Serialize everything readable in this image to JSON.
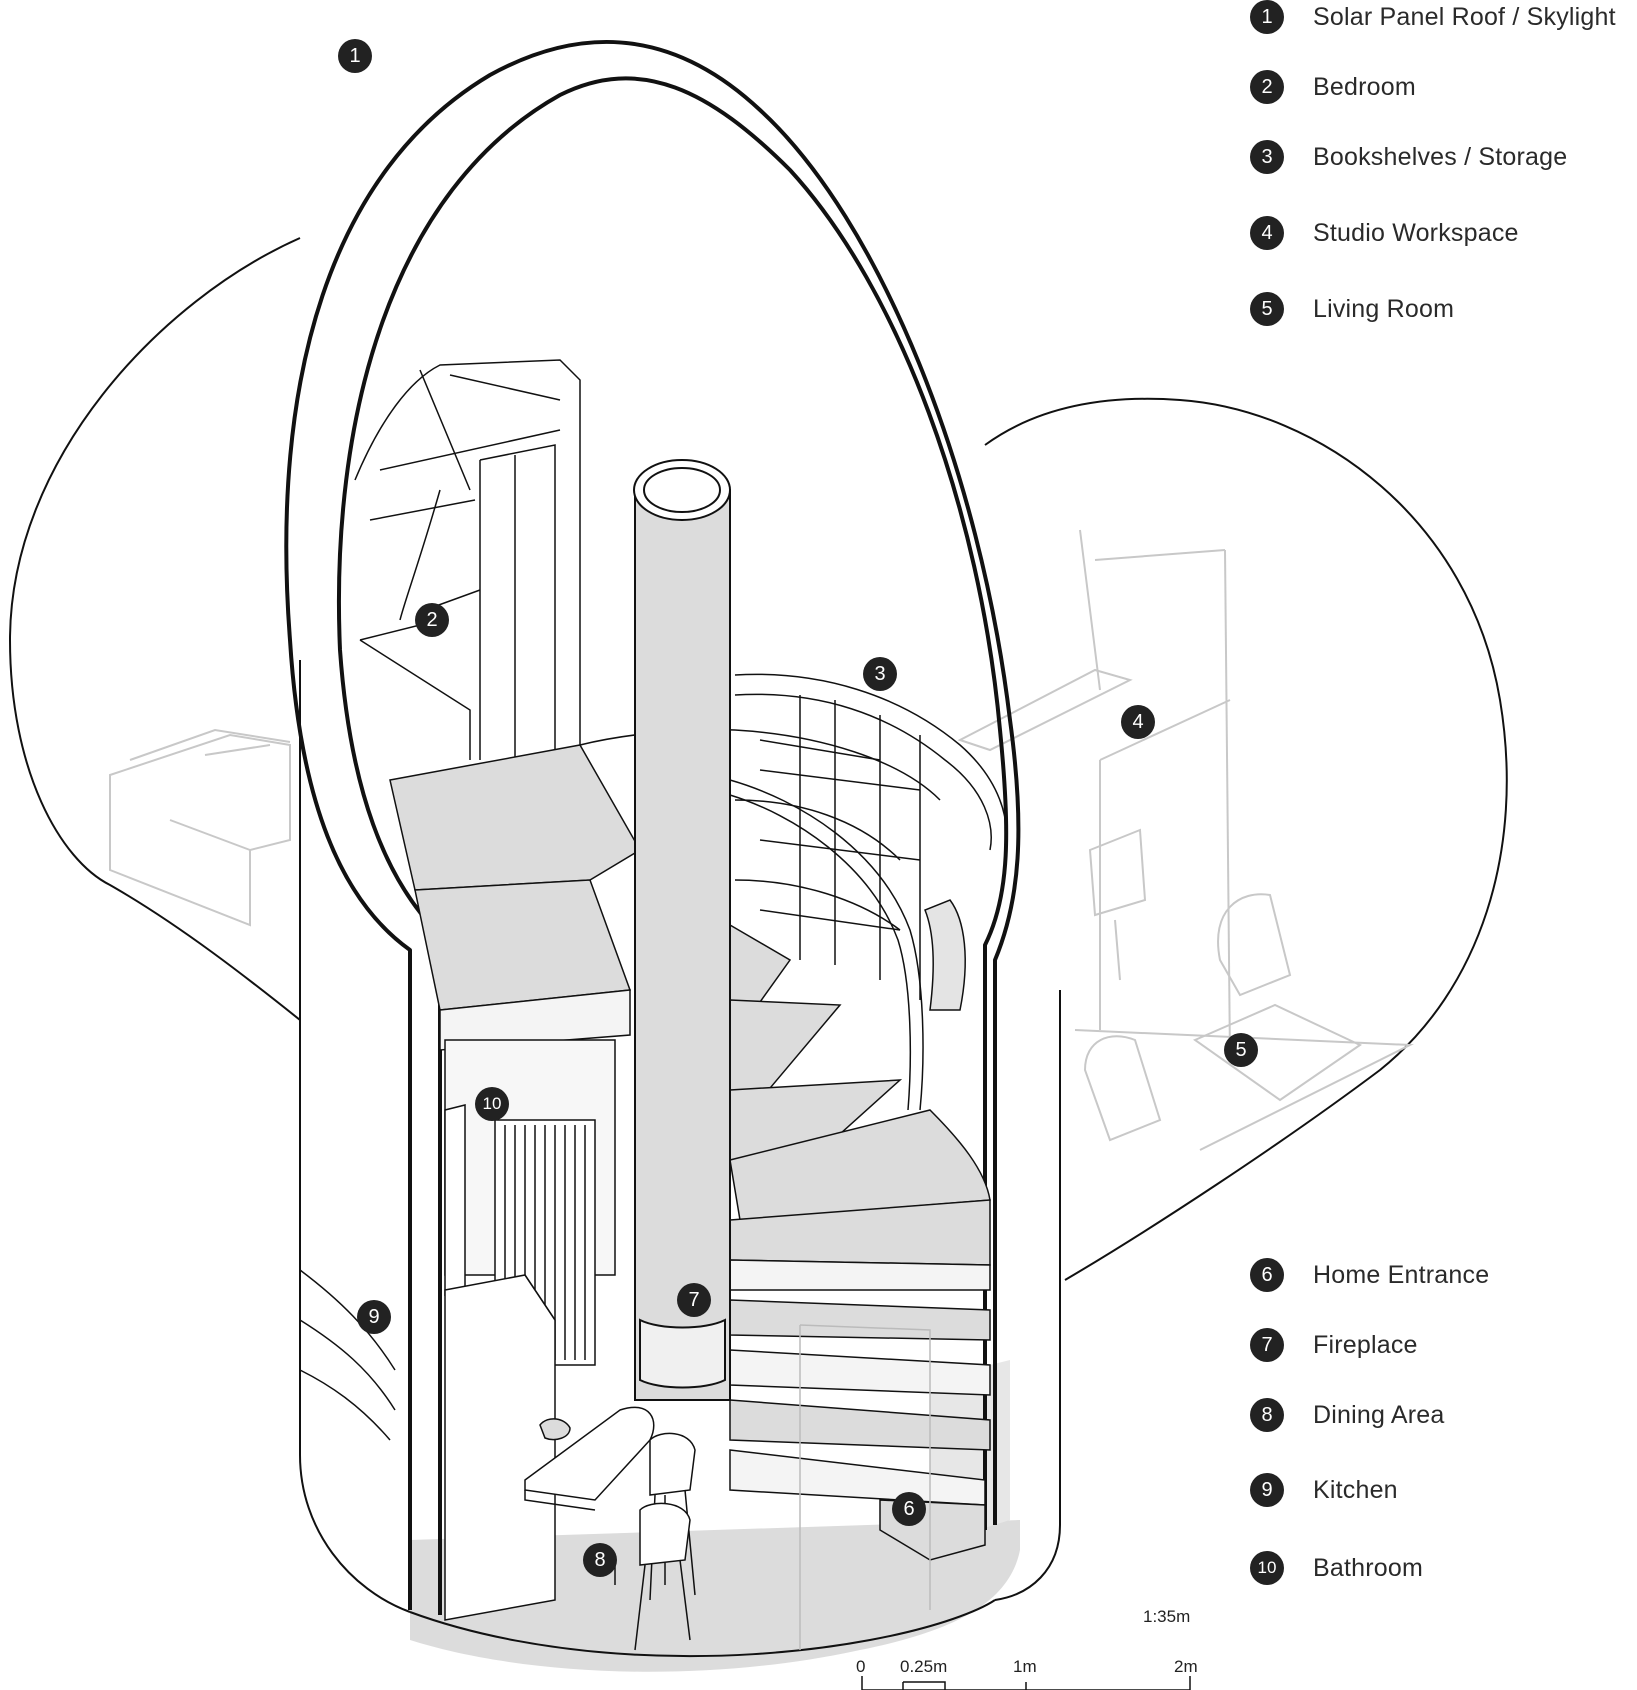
{
  "legend_top": [
    {
      "num": "1",
      "label": "Solar Panel Roof / Skylight"
    },
    {
      "num": "2",
      "label": "Bedroom"
    },
    {
      "num": "3",
      "label": "Bookshelves / Storage"
    },
    {
      "num": "4",
      "label": "Studio Workspace"
    },
    {
      "num": "5",
      "label": "Living Room"
    }
  ],
  "legend_bottom": [
    {
      "num": "6",
      "label": "Home Entrance"
    },
    {
      "num": "7",
      "label": "Fireplace"
    },
    {
      "num": "8",
      "label": "Dining Area"
    },
    {
      "num": "9",
      "label": "Kitchen"
    },
    {
      "num": "10",
      "label": "Bathroom"
    }
  ],
  "callouts": [
    "1",
    "2",
    "3",
    "4",
    "5",
    "6",
    "7",
    "8",
    "9",
    "10"
  ],
  "scale": {
    "ratio": "1:35m",
    "ticks": [
      "0",
      "0.25m",
      "1m",
      "2m"
    ]
  },
  "colors": {
    "line": "#111111",
    "badge": "#222222",
    "floor": "#dcdcdc",
    "ghost": "#c8c8c8"
  }
}
